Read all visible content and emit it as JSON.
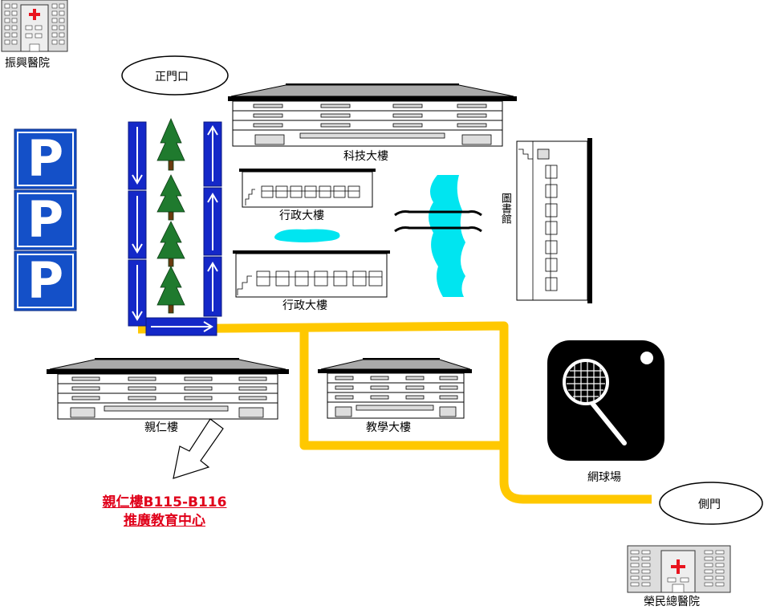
{
  "labels": {
    "hospital_top": "振興醫院",
    "main_gate": "正門口",
    "tech_building": "科技大樓",
    "admin_building_1": "行政大樓",
    "admin_building_2": "行政大樓",
    "library": "圖書館",
    "qinren_building": "親仁樓",
    "teaching_building": "教學大樓",
    "tennis_court": "網球場",
    "side_gate": "側門",
    "hospital_bottom": "榮民總醫院"
  },
  "parking": [
    "P",
    "P",
    "P"
  ],
  "note": {
    "line1": "親仁樓B115-B116",
    "line2": "推廣教育中心"
  },
  "colors": {
    "road": "#ffc800",
    "parking_blue": "#1450c8",
    "arrow_blue": "#1428c8",
    "tree": "#1f7a2e",
    "water": "#00e5f0",
    "note_red": "#e0001a",
    "hospital_cross": "#e8141e"
  },
  "icons": [
    "hospital-icon",
    "tree-icon",
    "arrow-down-icon",
    "arrow-up-icon",
    "arrow-right-icon",
    "tennis-racket-icon",
    "pointer-arrow-icon"
  ]
}
